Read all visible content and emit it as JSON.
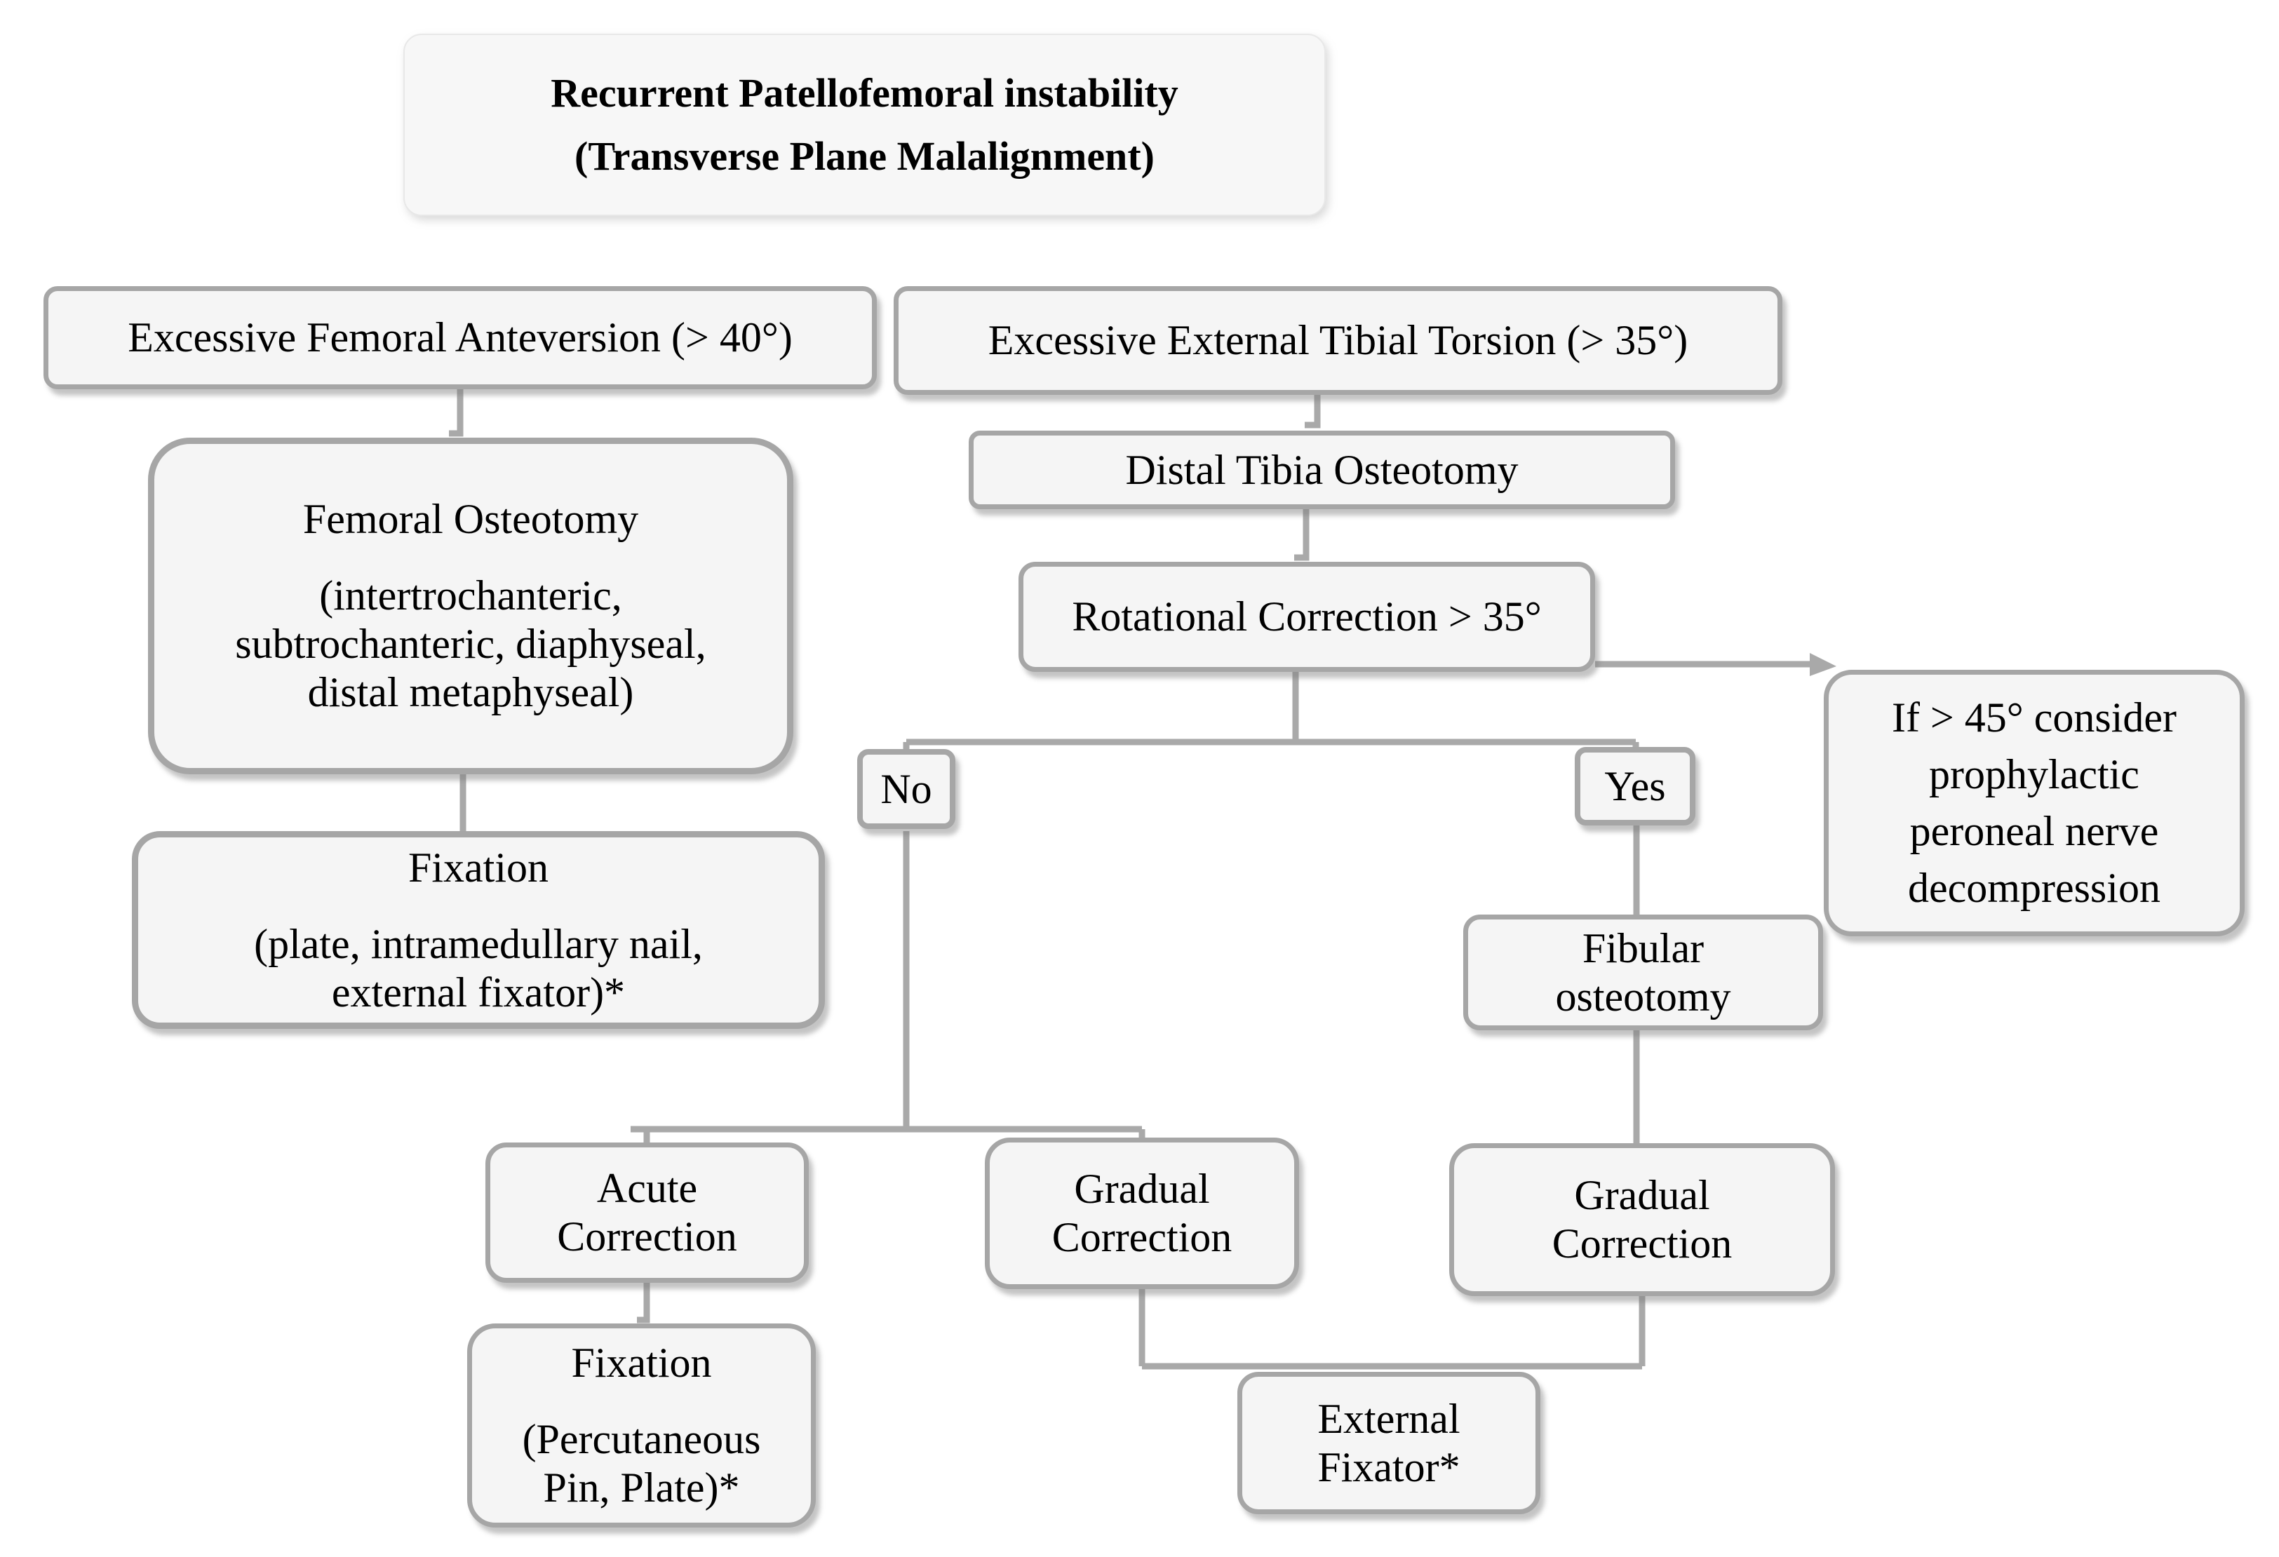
{
  "diagram": {
    "title": {
      "lines": [
        "Recurrent Patellofemoral instability",
        "(Transverse Plane Malalignment)"
      ]
    },
    "nodes": {
      "efa": {
        "lines": [
          "Excessive Femoral Anteversion (> 40°)"
        ]
      },
      "eett": {
        "lines": [
          "Excessive External Tibial Torsion (> 35°)"
        ]
      },
      "femoral": {
        "head": "Femoral Osteotomy",
        "body": [
          "(intertrochanteric,",
          "subtrochanteric, diaphyseal,",
          "distal metaphyseal)"
        ]
      },
      "distal": {
        "lines": [
          "Distal Tibia Osteotomy"
        ]
      },
      "rotational": {
        "lines": [
          "Rotational Correction > 35°"
        ]
      },
      "fixation_femoral": {
        "head": "Fixation",
        "body": [
          "(plate, intramedullary nail,",
          "external fixator)*"
        ]
      },
      "no": {
        "lines": [
          "No"
        ]
      },
      "yes": {
        "lines": [
          "Yes"
        ]
      },
      "if45": {
        "lines": [
          "If > 45° consider",
          "prophylactic",
          "peroneal nerve",
          "decompression"
        ]
      },
      "fibular": {
        "lines": [
          "Fibular",
          "osteotomy"
        ]
      },
      "acute": {
        "lines": [
          "Acute",
          "Correction"
        ]
      },
      "gradual_mid": {
        "lines": [
          "Gradual",
          "Correction"
        ]
      },
      "gradual_right": {
        "lines": [
          "Gradual",
          "Correction"
        ]
      },
      "fixation_percutaneous": {
        "head": "Fixation",
        "body": [
          "(Percutaneous",
          "Pin, Plate)*"
        ]
      },
      "external_fixator": {
        "lines": [
          "External",
          "Fixator*"
        ]
      }
    },
    "colors": {
      "border": "#a6a6a6",
      "fill": "#f5f5f5",
      "title_fill": "#f7f7f7",
      "connector": "#a9a9a9",
      "text": "#000000"
    }
  }
}
